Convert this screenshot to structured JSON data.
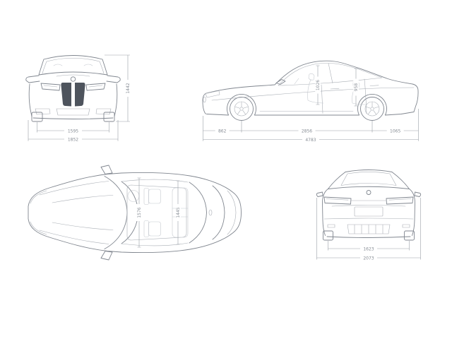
{
  "document": {
    "type": "vehicle-dimension-diagram",
    "background": "#ffffff",
    "units": "mm"
  },
  "colors": {
    "body_line": "#80868f",
    "detail_line": "#a9aeb5",
    "dimension_line": "#9aa0a7",
    "dimension_text": "#878d95",
    "grille_fill": "#4e545d"
  },
  "icons": {
    "brand_badge": "bmw-roundel"
  },
  "views": {
    "front": {
      "name": "front-view",
      "dims": {
        "track_mm": "1595",
        "overall_width_mm": "1852",
        "overall_height_mm": "1442"
      }
    },
    "side": {
      "name": "side-view",
      "dims": {
        "front_overhang_mm": "862",
        "wheelbase_mm": "2856",
        "rear_overhang_mm": "1065",
        "overall_length_mm": "4783",
        "front_headroom_mm": "1026",
        "rear_headroom_mm": "958"
      }
    },
    "top": {
      "name": "top-view",
      "dims": {
        "front_interior_width_mm": "1576",
        "rear_interior_width_mm": "1445"
      }
    },
    "rear": {
      "name": "rear-view",
      "dims": {
        "rear_track_mm": "1623",
        "overall_width_incl_mirrors_mm": "2073"
      }
    }
  }
}
